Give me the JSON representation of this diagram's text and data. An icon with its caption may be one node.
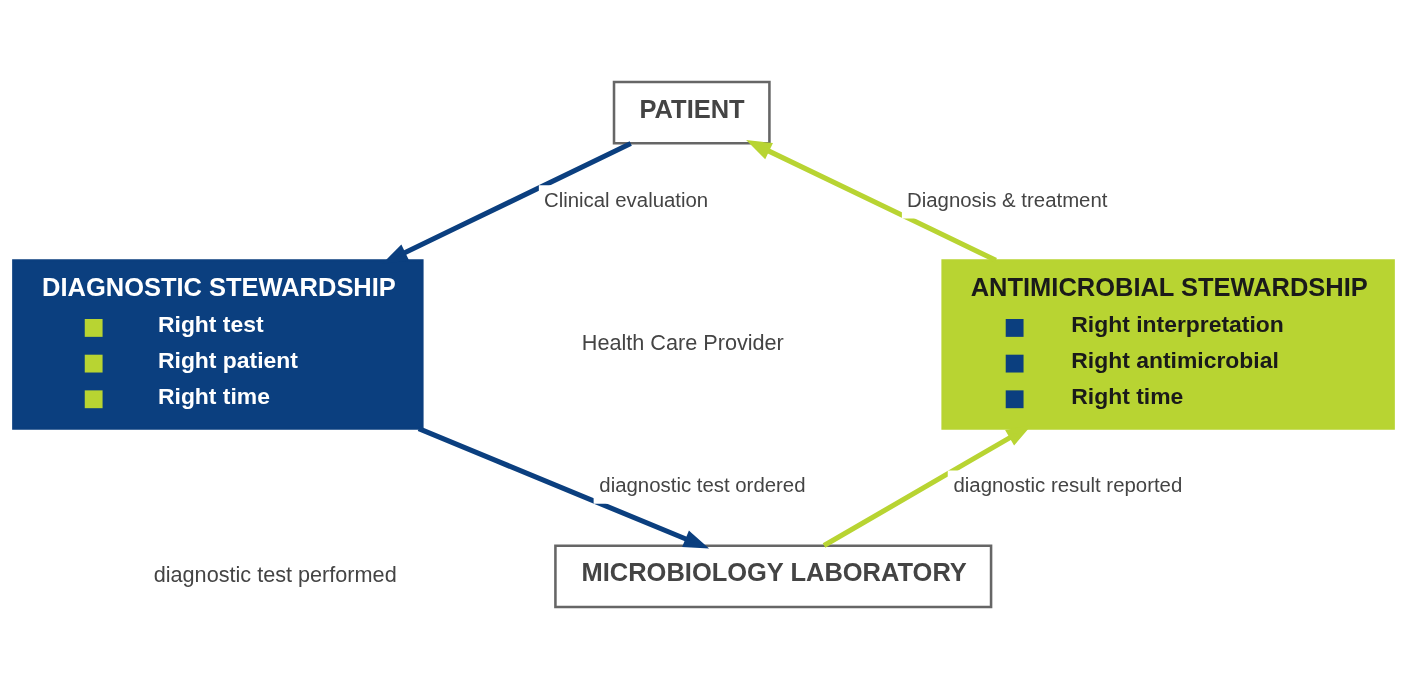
{
  "diagram": {
    "nodes": [
      {
        "text": [
          "PATIENT"
        ]
      },
      {
        "text": [
          "DIAGNOSTIC STEWARDSHIP",
          "Right test",
          "Right patient",
          "Right time"
        ]
      },
      {
        "text": [
          "ANTIMICROBIAL STEWARDSHIP",
          "Right interpretation",
          "Right antimicrobial",
          "Right time"
        ]
      },
      {
        "text": [
          "MICROBIOLOGY LABORATORY"
        ]
      }
    ],
    "edges": [
      {
        "from": 0,
        "to": 1,
        "arrow": "to",
        "label": "Clinical evaluation",
        "color": "#0b3f7f"
      },
      {
        "from": 1,
        "to": 3,
        "arrow": "to",
        "label": "diagnostic test ordered",
        "color": "#0b3f7f"
      },
      {
        "from": 3,
        "to": 2,
        "arrow": "to",
        "label": "diagnostic result reported",
        "color": "#b8d432"
      },
      {
        "from": 2,
        "to": 0,
        "arrow": "to",
        "label": "Diagnosis & treatment",
        "color": "#b8d432"
      }
    ],
    "labels": [
      "Health Care Provider",
      "diagnostic test performed"
    ]
  }
}
